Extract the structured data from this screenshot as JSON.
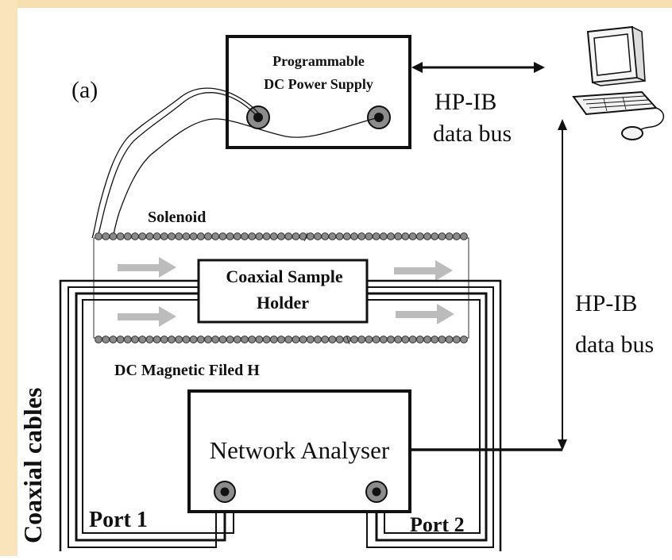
{
  "colors": {
    "frame_top": "#f7dfb0",
    "frame_left": "#f9e4bb",
    "line": "#111111",
    "solenoid_bead": "#8a8a8a",
    "arrow": "#bcbcbc",
    "connector_ring": "#8c8c8c"
  },
  "labels": {
    "panel": "(a)",
    "power_supply_line1": "Programmable",
    "power_supply_line2": "DC Power Supply",
    "hpib_top_line1": "HP-IB",
    "hpib_top_line2": "data bus",
    "hpib_right_line1": "HP-IB",
    "hpib_right_line2": "data bus",
    "solenoid": "Solenoid",
    "sample_holder_line1": "Coaxial Sample",
    "sample_holder_line2": "Holder",
    "magnetic_field": "DC Magnetic Filed H",
    "network_analyser": "Network Analyser",
    "port1": "Port 1",
    "port2": "Port 2",
    "coaxial_cables": "Coaxial cables"
  },
  "icons": {
    "computer": "computer-icon",
    "connector": "coax-connector-icon"
  }
}
